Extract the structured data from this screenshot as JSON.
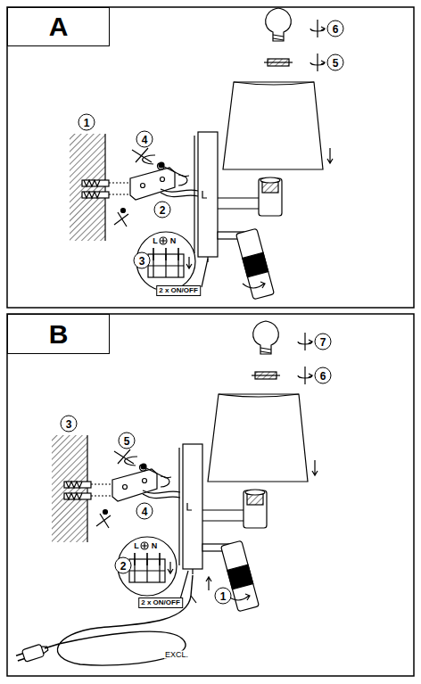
{
  "diagram": {
    "nodes": [
      {
        "text": [
          "A"
        ]
      },
      {
        "text": [
          "B"
        ]
      }
    ],
    "labels": [
      "1",
      "4",
      "2",
      "3",
      "L",
      "N",
      "2 x ON/OFF",
      "6",
      "5",
      "7",
      "6",
      "3",
      "5",
      "4",
      "2",
      "L",
      "N",
      "2 x ON/OFF",
      "1",
      "EXCL."
    ]
  }
}
